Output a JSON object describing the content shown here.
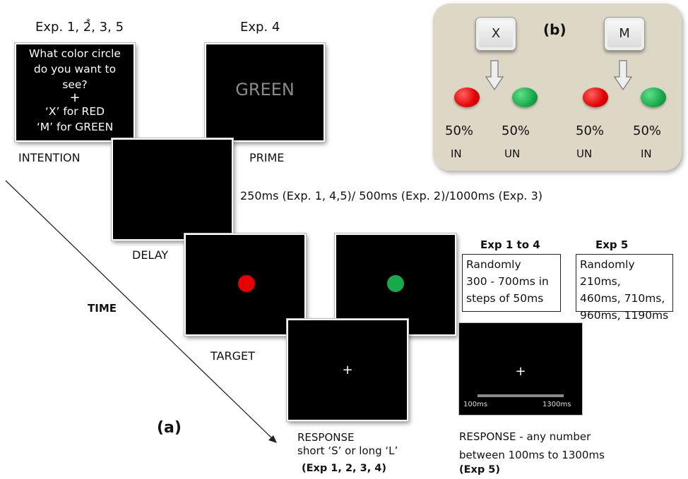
{
  "panel_a": {
    "header_exp1235": "Exp. 1, 2, 3, 5",
    "header_exp1235_star": "*",
    "header_exp4": "Exp. 4",
    "intention_screen_lines": [
      "What color circle",
      "do you want to",
      "see?",
      "+",
      "‘X’ for RED",
      "‘M’ for GREEN"
    ],
    "prime_word": "GREEN",
    "intention_label": "INTENTION",
    "prime_label": "PRIME",
    "delay_label": "DELAY",
    "delay_timing": "250ms (Exp. 1, 4,5)/ 500ms (Exp. 2)/1000ms (Exp. 3)",
    "time_label": "TIME",
    "target_label": "TARGET",
    "exp1to4_heading": "Exp 1 to 4",
    "exp1to4_lines": [
      "Randomly",
      "300 - 700ms in",
      "steps of 50ms"
    ],
    "exp5_heading": "Exp 5",
    "exp5_lines": [
      "Randomly 210ms,",
      "460ms, 710ms,",
      "960ms, 1190ms"
    ],
    "fixation": "+",
    "scale_min": "100ms",
    "scale_max": "1300ms",
    "response1_lines": [
      "RESPONSE",
      "short ‘S’ or long ‘L’"
    ],
    "response1_exp": "(Exp 1, 2, 3, 4)",
    "response2_lines": [
      "RESPONSE - any number",
      "between 100ms to 1300ms"
    ],
    "response2_exp": "(Exp 5)",
    "panel_label": "(a)",
    "colors": {
      "red": "#e10000",
      "green": "#18a94a",
      "screen": "#000000"
    }
  },
  "panel_b": {
    "panel_label": "(b)",
    "key_x": "X",
    "key_m": "M",
    "percent_left_red": "50%",
    "percent_left_green": "50%",
    "percent_right_red": "50%",
    "percent_right_green": "50%",
    "cond_left_red": "IN",
    "cond_left_green": "UN",
    "cond_right_red": "UN",
    "cond_right_green": "IN",
    "colors": {
      "background": "#ddd7c5"
    }
  }
}
